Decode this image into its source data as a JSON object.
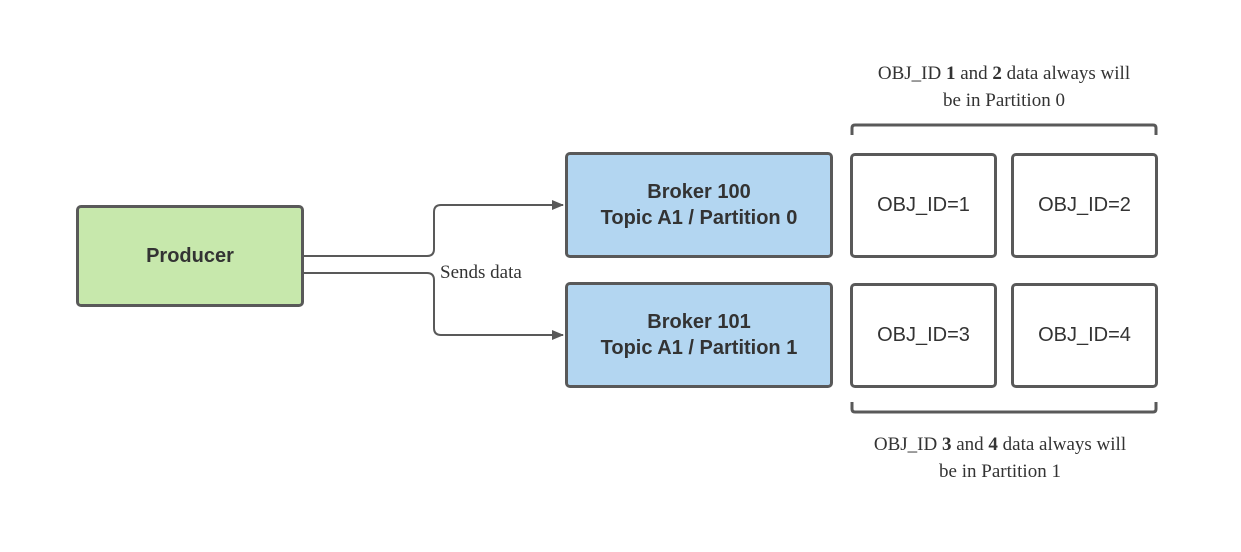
{
  "producer": {
    "label": "Producer"
  },
  "brokers": [
    {
      "line1": "Broker 100",
      "line2": "Topic A1 / Partition 0"
    },
    {
      "line1": "Broker 101",
      "line2": "Topic A1 / Partition 1"
    }
  ],
  "objects": [
    "OBJ_ID=1",
    "OBJ_ID=2",
    "OBJ_ID=3",
    "OBJ_ID=4"
  ],
  "edge_label": "Sends data",
  "notes": {
    "top": {
      "prefix": "OBJ_ID ",
      "a": "1",
      "mid": " and ",
      "b": "2",
      "suffix": " data always will",
      "line2": "be in Partition 0"
    },
    "bottom": {
      "prefix": "OBJ_ID ",
      "a": "3",
      "mid": " and ",
      "b": "4",
      "suffix": " data always will",
      "line2": "be in Partition 1"
    }
  },
  "colors": {
    "producer_fill": "#c7e8ac",
    "broker_fill": "#b3d6f1",
    "border": "#595959",
    "text": "#333333"
  }
}
